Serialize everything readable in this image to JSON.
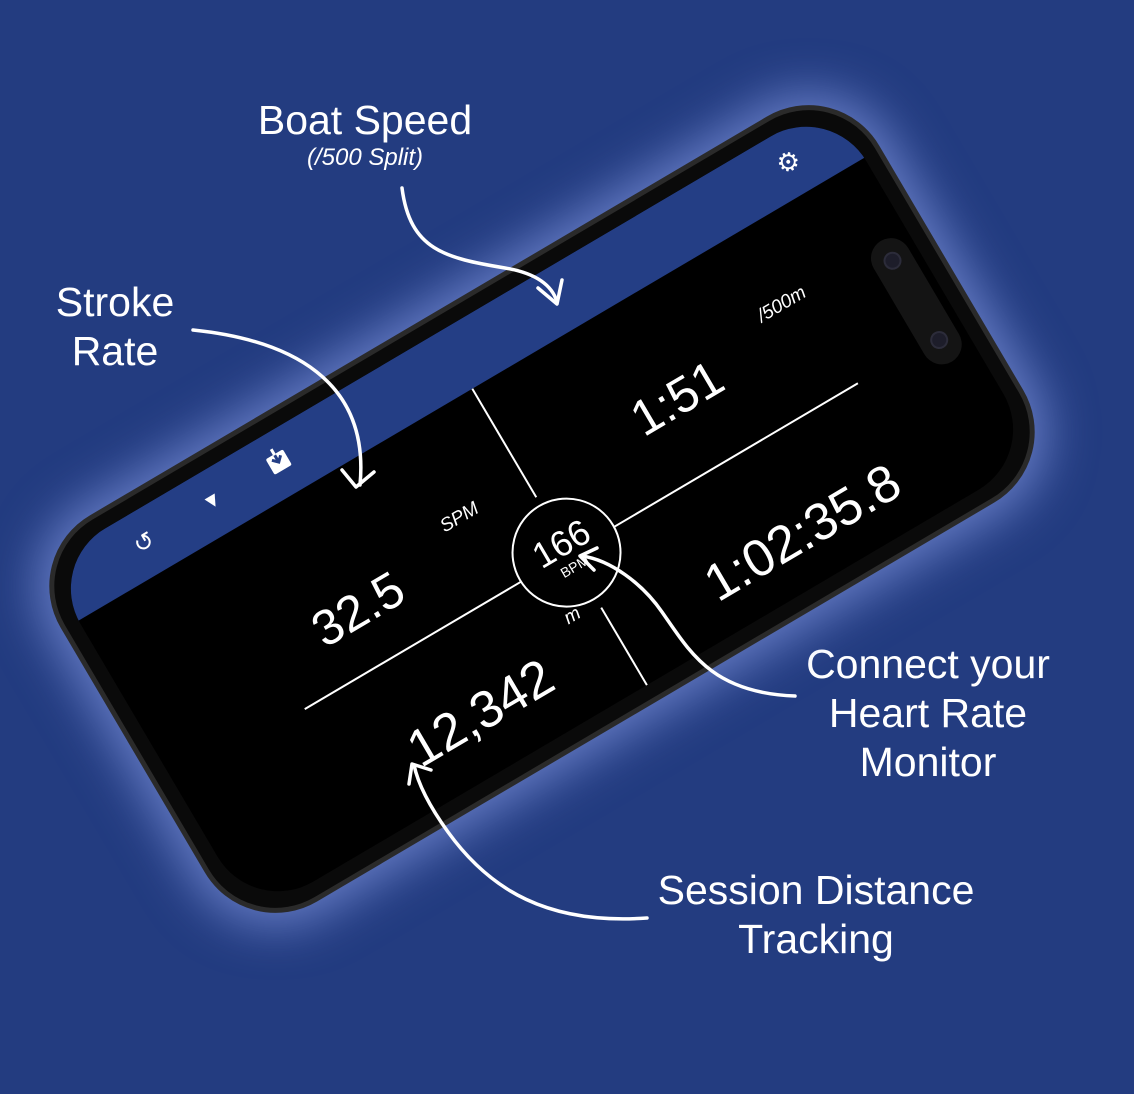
{
  "colors": {
    "background": "#233c80",
    "app_bar": "#243e85",
    "screen": "#000000",
    "text": "#ffffff"
  },
  "callouts": {
    "boat_speed": {
      "title": "Boat Speed",
      "subtitle": "(/500 Split)"
    },
    "stroke_rate": {
      "line1": "Stroke",
      "line2": "Rate"
    },
    "heart_rate": {
      "line1": "Connect your",
      "line2": "Heart Rate",
      "line3": "Monitor"
    },
    "distance": {
      "line1": "Session Distance",
      "line2": "Tracking"
    }
  },
  "app": {
    "toolbar": {
      "reset_icon": "reset-icon",
      "dropdown_icon": "dropdown-triangle-icon",
      "export_icon": "export-icon",
      "settings_icon": "gear-icon"
    },
    "stroke_rate": {
      "value": "32.5",
      "unit": "SPM"
    },
    "split": {
      "value": "1:51",
      "unit": "/500m"
    },
    "heart_rate": {
      "value": "166",
      "unit": "BPM"
    },
    "distance": {
      "value": "12,342",
      "unit": "m"
    },
    "elapsed_time": {
      "value": "1:02:35.8"
    }
  }
}
